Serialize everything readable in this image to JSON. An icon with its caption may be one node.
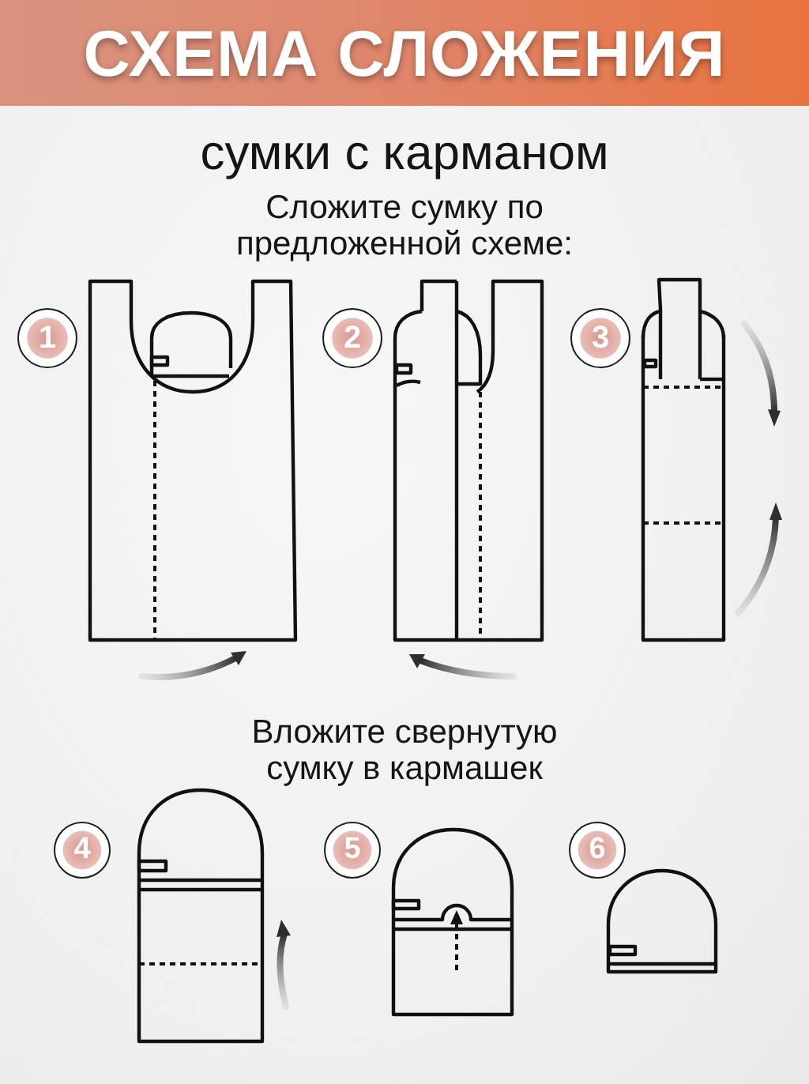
{
  "diagram": {
    "title": "СХЕМА СЛОЖЕНИЯ",
    "nodes": [
      {
        "text": [
          "1"
        ]
      },
      {
        "text": [
          "2"
        ]
      },
      {
        "text": [
          "3"
        ]
      },
      {
        "text": [
          "4"
        ]
      },
      {
        "text": [
          "5"
        ]
      },
      {
        "text": [
          "6"
        ]
      }
    ],
    "labels": [
      "сумки с карманом",
      "Сложите сумку по предложенной схеме:",
      "Вложите свернутую сумку в кармашек"
    ]
  }
}
